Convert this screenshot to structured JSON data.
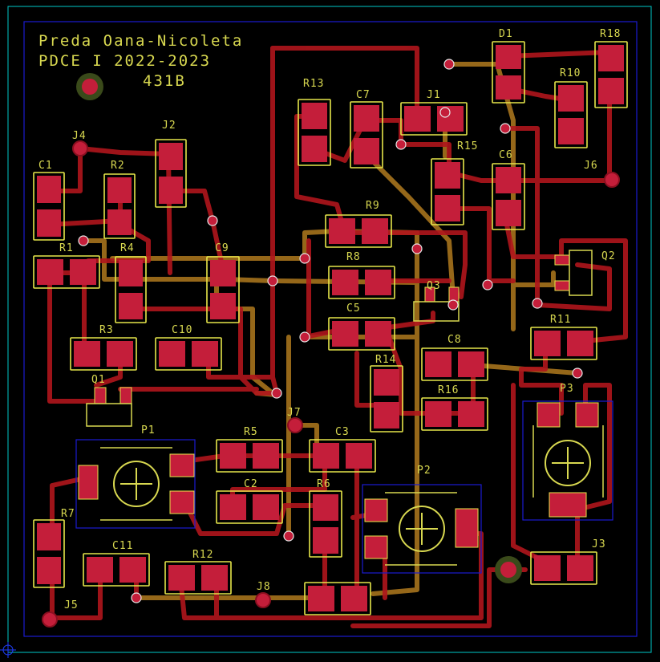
{
  "title": {
    "line1": "Preda Oana-Nicoleta",
    "line2": "PDCE I 2022-2023",
    "line3": "431B"
  },
  "colors": {
    "background": "#000000",
    "board_outline": "#00c8c8",
    "inner_outline": "#1a1ad0",
    "silkscreen": "#d8d850",
    "pad": "#c41e3a",
    "pad_border": "#e6e64a",
    "track_front": "#b0161c",
    "track_back": "#b07a1e"
  },
  "designators": {
    "J1": "J1",
    "J2": "J2",
    "J3": "J3",
    "J4": "J4",
    "J5": "J5",
    "J6": "J6",
    "J7": "J7",
    "J8": "J8",
    "C1": "C1",
    "C2": "C2",
    "C3": "C3",
    "C5": "C5",
    "C6": "C6",
    "C7": "C7",
    "C8": "C8",
    "C9": "C9",
    "C10": "C10",
    "C11": "C11",
    "R1": "R1",
    "R2": "R2",
    "R3": "R3",
    "R4": "R4",
    "R5": "R5",
    "R6": "R6",
    "R7": "R7",
    "R8": "R8",
    "R9": "R9",
    "R10": "R10",
    "R11": "R11",
    "R12": "R12",
    "R13": "R13",
    "R14": "R14",
    "R15": "R15",
    "R16": "R16",
    "R18": "R18",
    "D1": "D1",
    "Q1": "Q1",
    "Q2": "Q2",
    "Q3": "Q3",
    "P1": "P1",
    "P2": "P2",
    "P3": "P3"
  }
}
